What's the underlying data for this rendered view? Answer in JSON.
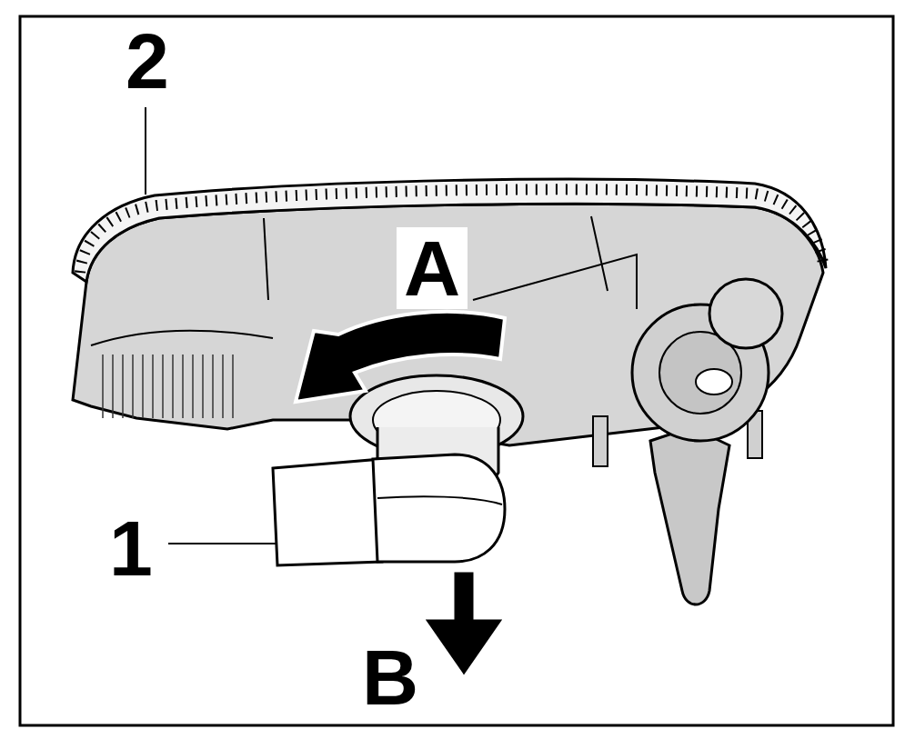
{
  "diagram": {
    "labels": [
      "2",
      "A",
      "1",
      "B"
    ]
  }
}
